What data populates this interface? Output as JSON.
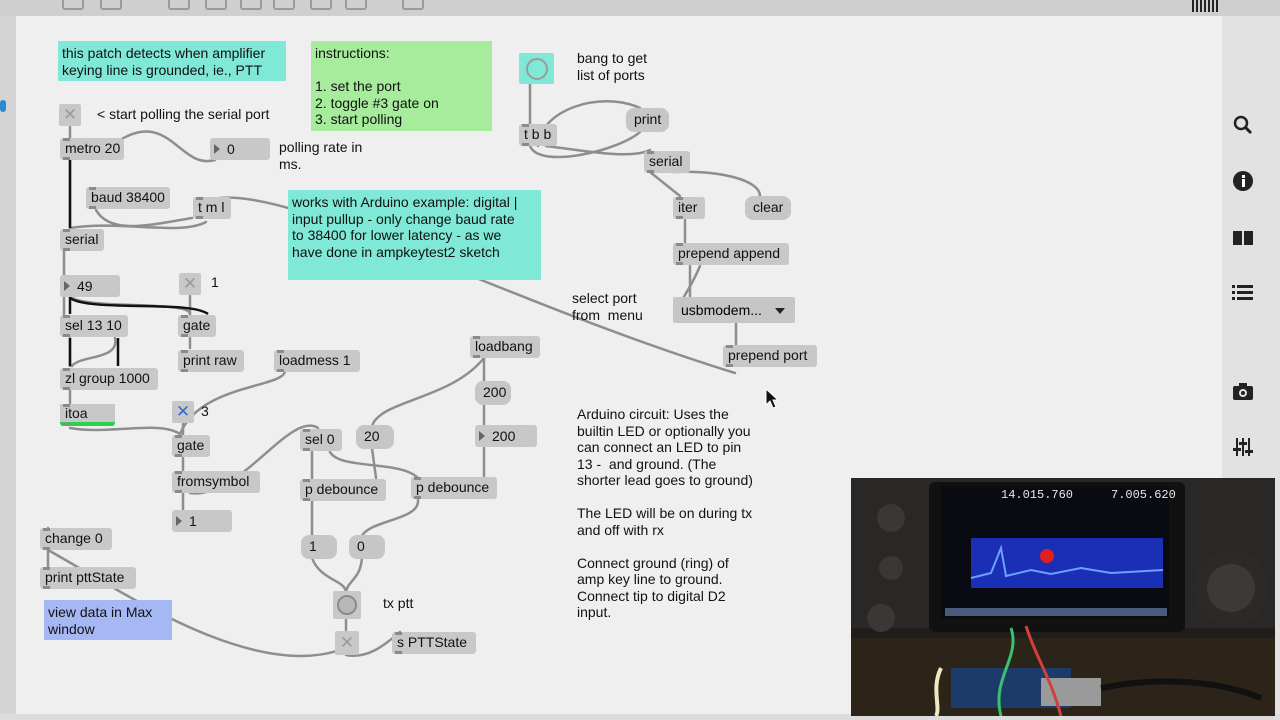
{
  "patch": {
    "notes": {
      "ptt": "this patch detects when amplifier\nkeying line is grounded, ie., PTT",
      "instructions": "instructions:\n\n1. set the port\n2. toggle #3 gate on\n3. start polling",
      "arduino_note": "works with Arduino example: digital |\ninput pullup - only change baud rate\nto 38400 for lower latency - as we\nhave done in ampkeytest2 sketch",
      "view_data": "view data in Max\nwindow"
    },
    "comments": {
      "start_polling": "< start polling the serial port",
      "polling_rate": "polling rate in\nms.",
      "bang_ports": "bang to get\nlist of ports",
      "select_port": "select port\nfrom  menu",
      "gate1_num": "1",
      "gate3_num": "3",
      "tx_ptt": "tx ptt",
      "circuit": "Arduino circuit: Uses the\nbuiltin LED or optionally you\ncan connect an LED to pin\n13 -  and ground. (The\nshorter lead goes to ground)\n\nThe LED will be on during tx\nand off with rx\n\nConnect ground (ring) of\namp key line to ground.\nConnect tip to digital D2\ninput."
    },
    "objects": {
      "metro": "metro 20",
      "baud": "baud 38400",
      "tml": "t m l",
      "serial_left": "serial",
      "sel1310": "sel 13 10",
      "gate1": "gate",
      "print_raw": "print raw",
      "zlgroup": "zl group 1000",
      "itoa": "itoa",
      "gate3": "gate",
      "fromsymbol": "fromsymbol",
      "loadmess": "loadmess 1",
      "loadbang": "loadbang",
      "sel0": "sel 0",
      "debounce1": "p debounce",
      "debounce2": "p debounce",
      "change": "change 0",
      "print_ptt": "print pttState",
      "send_ptt": "s PTTState",
      "tbb": "t b b",
      "serial_right": "serial",
      "iter": "iter",
      "prepend_append": "prepend append",
      "prepend_port": "prepend port"
    },
    "messages": {
      "print": "print",
      "clear": "clear",
      "m20": "20",
      "m200": "200",
      "m1": "1",
      "m0": "0"
    },
    "numbers": {
      "poll_rate": "0",
      "n49": "49",
      "fromsymbol_out": "1",
      "debounce_time": "200"
    },
    "menu": {
      "selected": "usbmodem..."
    },
    "toggles": {
      "poll": false,
      "gate1": false,
      "gate3": true,
      "ptt_out": false
    }
  },
  "sidebar_icons": [
    "search-icon",
    "info-icon",
    "columns-icon",
    "list-icon",
    "camera-icon",
    "sliders-icon"
  ],
  "colors": {
    "note_cyan": "#7fe8d6",
    "note_green": "#a6ec9c",
    "note_blue": "#a6b8f4",
    "canvas": "#efefef",
    "active_green": "#29d14d",
    "toggle_on": "#2f6fd0"
  }
}
